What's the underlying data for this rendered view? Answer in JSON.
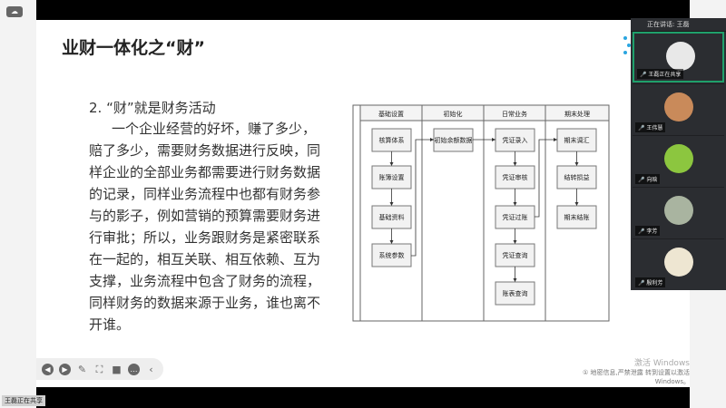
{
  "slide": {
    "title": "业财一体化之“财”",
    "subtitle": "2. “财”就是财务活动",
    "paragraph_lines": [
      "一个企业经营的好坏，赚了多少，",
      "赔了多少，需要财务数据进行反映，同",
      "样企业的全部业务都需要进行财务数据",
      "的记录，同样业务流程中也都有财务参",
      "与的影子，例如营销的预算需要财务进",
      "行审批；所以，业务跟财务是紧密联系",
      "在一起的，相互关联、相互依赖、互为",
      "支撑，业务流程中包含了财务的流程，",
      "同样财务的数据来源于业务，谁也离不",
      "开谁。"
    ],
    "diagram": {
      "columns": [
        "基础设置",
        "初始化",
        "日常业务",
        "期末处理"
      ],
      "col1": [
        "核算体系",
        "账簿设置",
        "基础资料",
        "系统参数"
      ],
      "col2": [
        "初始余额数据"
      ],
      "col3": [
        "凭证录入",
        "凭证审核",
        "凭证过账",
        "凭证查询",
        "账表查询"
      ],
      "col4": [
        "期末调汇",
        "结转损益",
        "期末结账"
      ]
    }
  },
  "panel": {
    "header": "正在讲话: 王磊",
    "participants": [
      {
        "name": "王磊正在共享",
        "color": "#e8e8e8"
      },
      {
        "name": "王伟慧",
        "color": "#c98a5a"
      },
      {
        "name": "向晗",
        "color": "#8cc63f"
      },
      {
        "name": "李芳",
        "color": "#a9b4a0"
      },
      {
        "name": "殷利芳",
        "color": "#eee6d2"
      }
    ]
  },
  "watermark": {
    "line1": "激活 Windows",
    "line2": "① 地密信息,严禁泄露 转到设置以激活 Windows。"
  },
  "status": {
    "sharing": "王磊正在共享"
  }
}
